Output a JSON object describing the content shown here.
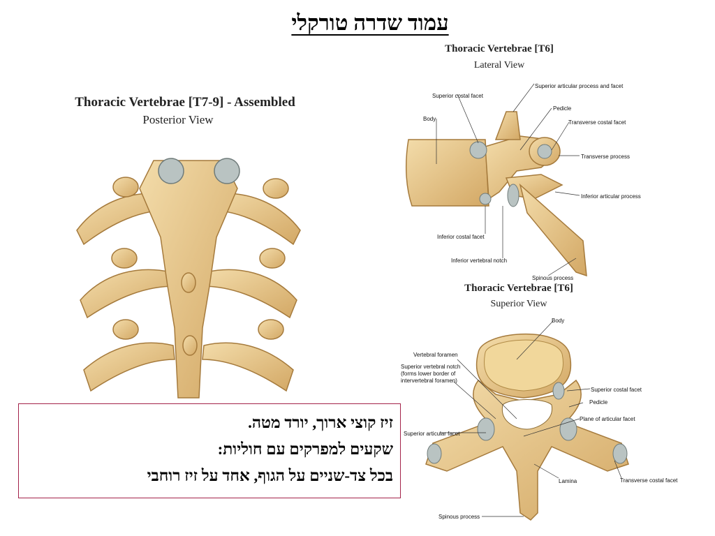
{
  "slide": {
    "title": "עמוד שדרה טורקלי"
  },
  "figure_left": {
    "title": "Thoracic Vertebrae [T7-9] - Assembled",
    "subtitle": "Posterior View"
  },
  "figure_lateral": {
    "title": "Thoracic Vertebrae [T6]",
    "subtitle": "Lateral View",
    "labels": {
      "superior_costal_facet": "Superior costal facet",
      "superior_articular": "Superior articular process and facet",
      "body": "Body",
      "pedicle": "Pedicle",
      "transverse_costal_facet": "Transverse costal facet",
      "transverse_process": "Transverse process",
      "inferior_articular": "Inferior articular process",
      "inferior_costal_facet": "Inferior costal facet",
      "inferior_vertebral_notch": "Inferior vertebral notch",
      "spinous_process": "Spinous process"
    }
  },
  "figure_superior": {
    "title": "Thoracic Vertebrae [T6]",
    "subtitle": "Superior View",
    "labels": {
      "body": "Body",
      "vertebral_foramen": "Vertebral foramen",
      "superior_vertebral_notch_1": "Superior vertebral notch",
      "superior_vertebral_notch_2": "(forms lower border of",
      "superior_vertebral_notch_3": "intervertebral foramen)",
      "superior_costal_facet": "Superior costal facet",
      "pedicle": "Pedicle",
      "plane_articular": "Plane of articular facet",
      "superior_articular_facet": "Superior articular facet",
      "lamina": "Lamina",
      "transverse_costal_facet": "Transverse costal facet",
      "spinous_process": "Spinous process"
    }
  },
  "text_box": {
    "lines": [
      "זיז קוצי ארוך, יורד מטה.",
      "שקעים למפרקים עם חוליות:",
      "בכל צד-שניים על הגוף, אחד על זיז רוחבי"
    ]
  },
  "colors": {
    "bone": "#e8c98a",
    "bone_dark": "#b8894a",
    "cartilage": "#b9c3c2",
    "box_border": "#a3224a"
  }
}
